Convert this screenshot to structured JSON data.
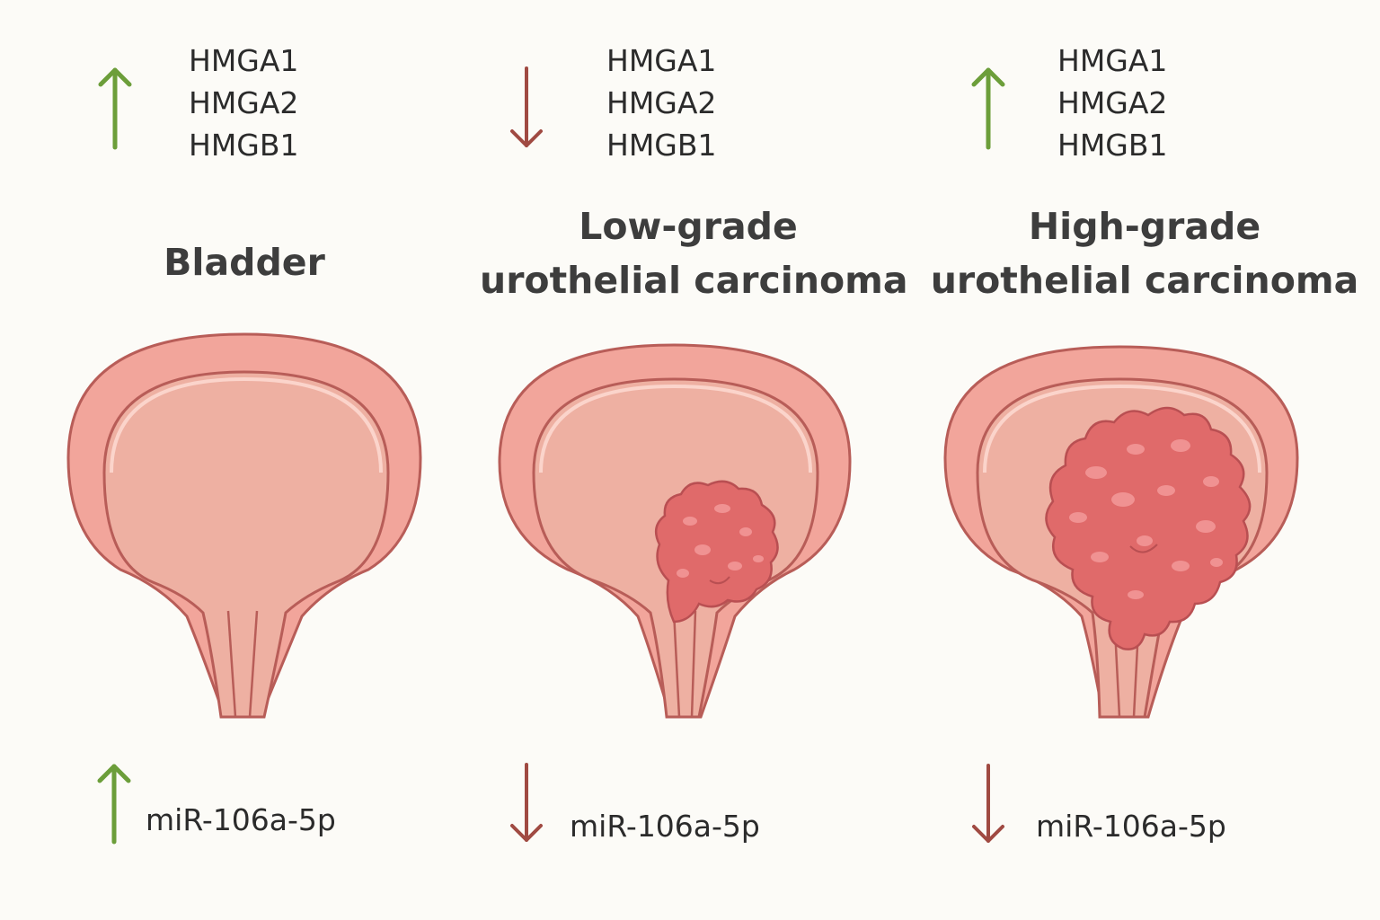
{
  "colors": {
    "up_arrow": "#6c9e3a",
    "down_arrow": "#a04a42",
    "wall_fill": "#f2a59b",
    "wall_stroke": "#b85d58",
    "lumen_fill": "#eeb0a2",
    "tumor_fill": "#e06a6a",
    "background": "#fcfbf7"
  },
  "panels": [
    {
      "title_lines": [
        "Bladder"
      ],
      "genes": [
        "HMGA1",
        "HMGA2",
        "HMGB1"
      ],
      "gene_trend": "up",
      "mirna": "miR-106a-5p",
      "mirna_trend": "up",
      "tumor": "none"
    },
    {
      "title_lines": [
        "Low-grade",
        "urothelial carcinoma"
      ],
      "genes": [
        "HMGA1",
        "HMGA2",
        "HMGB1"
      ],
      "gene_trend": "down",
      "mirna": "miR-106a-5p",
      "mirna_trend": "down",
      "tumor": "small"
    },
    {
      "title_lines": [
        "High-grade",
        "urothelial carcinoma"
      ],
      "genes": [
        "HMGA1",
        "HMGA2",
        "HMGB1"
      ],
      "gene_trend": "up",
      "mirna": "miR-106a-5p",
      "mirna_trend": "down",
      "tumor": "large"
    }
  ]
}
